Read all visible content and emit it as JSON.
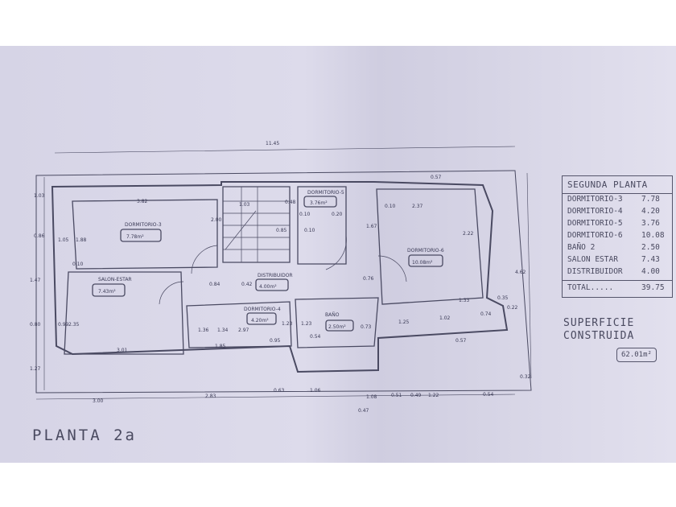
{
  "plan": {
    "title": "PLANTA 2a",
    "overall_width": "11.45",
    "rooms": [
      {
        "name": "DORMITORIO-3",
        "area": "7.78m²"
      },
      {
        "name": "SALON-ESTAR",
        "area": "7.43m²"
      },
      {
        "name": "DISTRIBUIDOR",
        "area": "4.00m²"
      },
      {
        "name": "DORMITORIO-4",
        "area": "4.20m²"
      },
      {
        "name": "DORMITORIO-5",
        "area": "3.76m²"
      },
      {
        "name": "BAÑO",
        "area": "2.50m²"
      },
      {
        "name": "DORMITORIO-6",
        "area": "10.08m²"
      }
    ],
    "dimensions": [
      "3.82",
      "1.05",
      "1.88",
      "2.00",
      "1.03",
      "0.48",
      "0.10",
      "0.85",
      "0.10",
      "0.20",
      "1.67",
      "2.37",
      "0.10",
      "2.22",
      "0.57",
      "4.62",
      "0.35",
      "0.22",
      "0.10",
      "2.35",
      "0.99",
      "0.84",
      "0.42",
      "1.36",
      "1.34",
      "2.97",
      "1.85",
      "0.95",
      "1.23",
      "1.23",
      "0.54",
      "0.73",
      "0.76",
      "1.33",
      "1.25",
      "1.02",
      "0.74",
      "0.57",
      "3.01",
      "1.03",
      "0.86",
      "1.47",
      "0.80",
      "1.27",
      "3.00",
      "2.83",
      "0.63",
      "1.06",
      "0.47",
      "1.08",
      "0.51",
      "0.49",
      "1.22",
      "0.54",
      "0.32"
    ]
  },
  "legend": {
    "title": "SEGUNDA PLANTA",
    "rows": [
      {
        "name": "DORMITORIO-3",
        "value": "7.78"
      },
      {
        "name": "DORMITORIO-4",
        "value": "4.20"
      },
      {
        "name": "DORMITORIO-5",
        "value": "3.76"
      },
      {
        "name": "DORMITORIO-6",
        "value": "10.08"
      },
      {
        "name": "BAÑO 2",
        "value": "2.50"
      },
      {
        "name": "SALON ESTAR",
        "value": "7.43"
      },
      {
        "name": "DISTRIBUIDOR",
        "value": "4.00"
      }
    ],
    "total_label": "TOTAL.....",
    "total_value": "39.75",
    "surface_label": "SUPERFICIE CONSTRUIDA",
    "surface_value": "62.01m²"
  }
}
